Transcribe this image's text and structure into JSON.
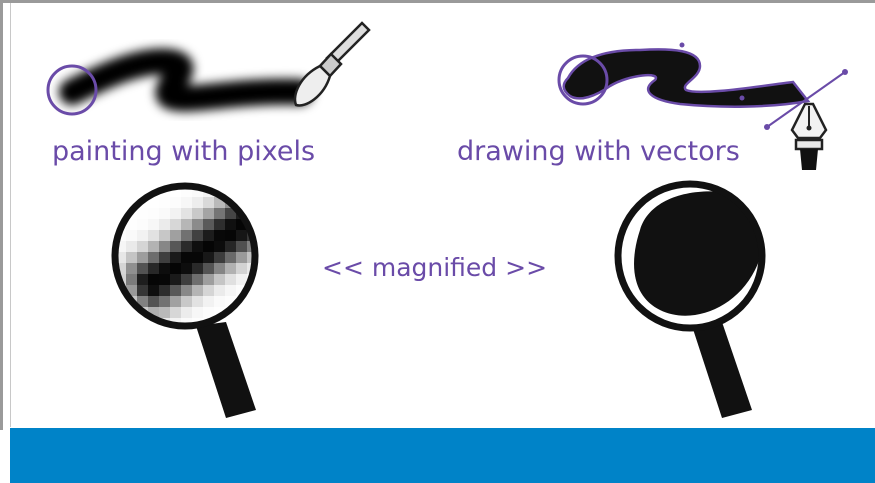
{
  "labels": {
    "painting": "painting with pixels",
    "drawing": "drawing with vectors",
    "magnified": "<< magnified >>"
  },
  "colors": {
    "accent": "#6a4ba8",
    "ink": "#111111",
    "bar": "#0083c8",
    "frame": "#9a9a9a"
  },
  "icons": [
    "paintbrush-icon",
    "pen-nib-icon",
    "magnifier-icon"
  ]
}
